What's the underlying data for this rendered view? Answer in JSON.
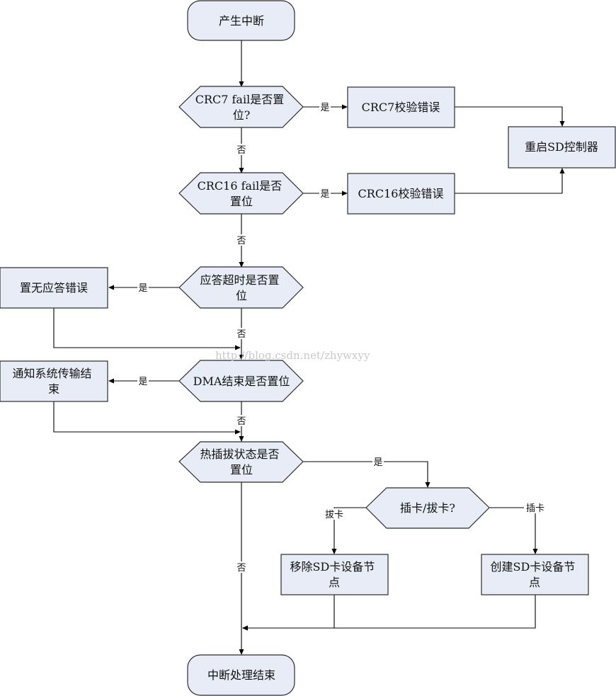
{
  "nodes": {
    "start": "产生中断",
    "crc7_check": [
      "CRC7 fail是否置",
      "位?"
    ],
    "crc7_error": "CRC7校验错误",
    "restart_controller": "重启SD控制器",
    "crc16_check": [
      "CRC16 fail是否",
      "置位"
    ],
    "crc16_error": "CRC16校验错误",
    "timeout_check": [
      "应答超时是否置",
      "位"
    ],
    "no_response_error": "置无应答错误",
    "dma_check": "DMA结束是否置位",
    "notify_transfer_end": [
      "通知系统传输结",
      "束"
    ],
    "hotplug_check": [
      "热插拔状态是否",
      "置位"
    ],
    "insert_remove_check": "插卡/拔卡?",
    "remove_node": [
      "移除SD卡设备节",
      "点"
    ],
    "create_node": [
      "创建SD卡设备节",
      "点"
    ],
    "end": "中断处理结束"
  },
  "edge_labels": {
    "yes": "是",
    "no": "否",
    "remove_card": "拔卡",
    "insert_card": "插卡"
  },
  "watermark": "http://blog.csdn.net/zhywxyy"
}
